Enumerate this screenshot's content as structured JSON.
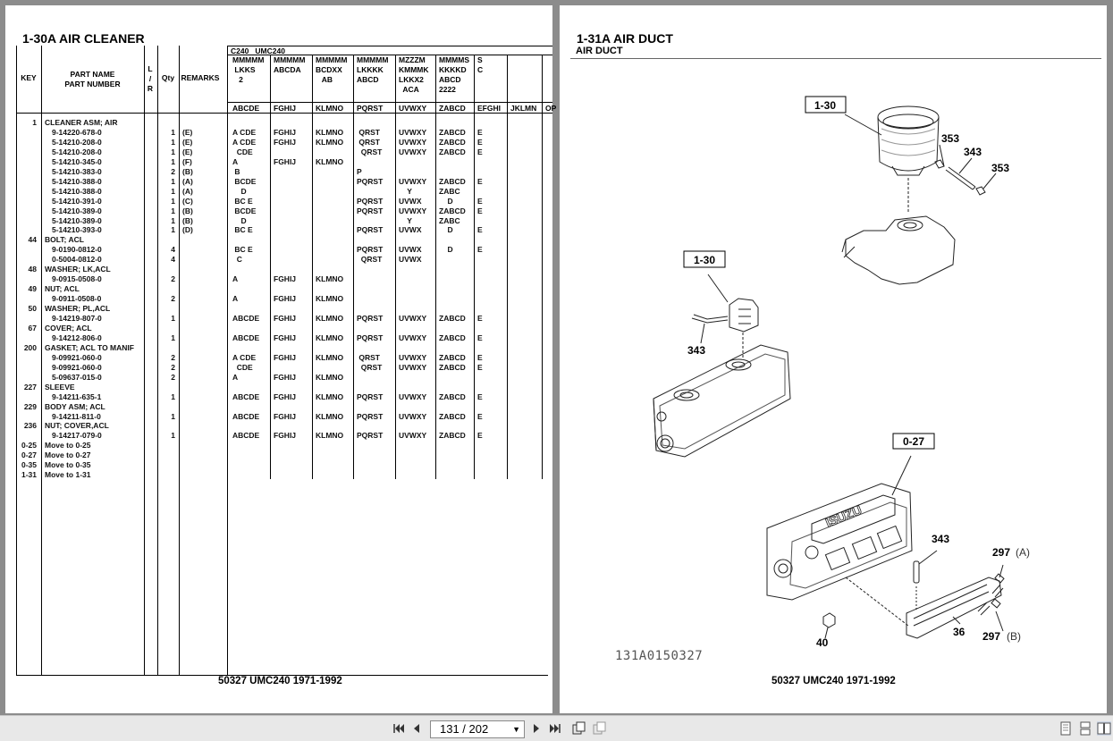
{
  "left_page": {
    "title": "1-30A  AIR CLEANER",
    "footer": "50327 UMC240 1971-1992",
    "headers": {
      "key": "KEY",
      "part": "PART NAME\nPART NUMBER",
      "lr": "L\n/\nR",
      "qty": "Qty",
      "remarks": "REMARKS",
      "model_group": "C240   UMC240",
      "model_cols": [
        "MMMMM\n LKKS\n   2",
        "MMMMM\nABCDA",
        "MMMMM\nBCDXX\n   AB",
        "MMMMM\nLKKKK\nABCD",
        "MZZZM\nKMMMK\nLKKX2\n  ACA",
        "MMMMS\nKKKKD\nABCD\n2222",
        "S\nC",
        "",
        ""
      ],
      "sub_cols": [
        "ABCDE",
        "FGHIJ",
        "KLMNO",
        "PQRST",
        "UVWXY",
        "ZABCD",
        "EFGHI",
        "JKLMN",
        "OP"
      ]
    },
    "rows": [
      {
        "key": "1",
        "name": "CLEANER ASM; AIR",
        "qty": "",
        "rem": "",
        "c": [
          "",
          "",
          "",
          "",
          "",
          "",
          ""
        ]
      },
      {
        "key": "",
        "name": "9-14220-678-0",
        "qty": "1",
        "rem": "(E)",
        "c": [
          "A CDE",
          "FGHIJ",
          "KLMNO",
          " QRST",
          "UVWXY",
          "ZABCD",
          "E"
        ]
      },
      {
        "key": "",
        "name": "5-14210-208-0",
        "qty": "1",
        "rem": "(E)",
        "c": [
          "A CDE",
          "FGHIJ",
          "KLMNO",
          " QRST",
          "UVWXY",
          "ZABCD",
          "E"
        ]
      },
      {
        "key": "",
        "name": "5-14210-208-0",
        "qty": "1",
        "rem": "(E)",
        "c": [
          "  CDE",
          "",
          "",
          "  QRST",
          "UVWXY",
          "ZABCD",
          "E"
        ]
      },
      {
        "key": "",
        "name": "5-14210-345-0",
        "qty": "1",
        "rem": "(F)",
        "c": [
          "A",
          "FGHIJ",
          "KLMNO",
          "",
          "",
          "",
          ""
        ]
      },
      {
        "key": "",
        "name": "5-14210-383-0",
        "qty": "2",
        "rem": "(B)",
        "c": [
          " B",
          "",
          "",
          "P",
          "",
          "",
          ""
        ]
      },
      {
        "key": "",
        "name": "5-14210-388-0",
        "qty": "1",
        "rem": "(A)",
        "c": [
          " BCDE",
          "",
          "",
          "PQRST",
          "UVWXY",
          "ZABCD",
          "E"
        ]
      },
      {
        "key": "",
        "name": "5-14210-388-0",
        "qty": "1",
        "rem": "(A)",
        "c": [
          "    D",
          "",
          "",
          "",
          "    Y",
          "ZABC",
          ""
        ]
      },
      {
        "key": "",
        "name": "5-14210-391-0",
        "qty": "1",
        "rem": "(C)",
        "c": [
          " BC E",
          "",
          "",
          "PQRST",
          "UVWX",
          "    D",
          "E"
        ]
      },
      {
        "key": "",
        "name": "5-14210-389-0",
        "qty": "1",
        "rem": "(B)",
        "c": [
          " BCDE",
          "",
          "",
          "PQRST",
          "UVWXY",
          "ZABCD",
          "E"
        ]
      },
      {
        "key": "",
        "name": "5-14210-389-0",
        "qty": "1",
        "rem": "(B)",
        "c": [
          "    D",
          "",
          "",
          "",
          "    Y",
          "ZABC",
          ""
        ]
      },
      {
        "key": "",
        "name": "5-14210-393-0",
        "qty": "1",
        "rem": "(D)",
        "c": [
          " BC E",
          "",
          "",
          "PQRST",
          "UVWX",
          "    D",
          "E"
        ]
      },
      {
        "key": "44",
        "name": "BOLT; ACL",
        "qty": "",
        "rem": "",
        "c": [
          "",
          "",
          "",
          "",
          "",
          "",
          ""
        ]
      },
      {
        "key": "",
        "name": "9-0190-0812-0",
        "qty": "4",
        "rem": "",
        "c": [
          " BC E",
          "",
          "",
          "PQRST",
          "UVWX",
          "    D",
          "E"
        ]
      },
      {
        "key": "",
        "name": "0-5004-0812-0",
        "qty": "4",
        "rem": "",
        "c": [
          "  C",
          "",
          "",
          "  QRST",
          "UVWX",
          "",
          ""
        ]
      },
      {
        "key": "48",
        "name": "WASHER; LK,ACL",
        "qty": "",
        "rem": "",
        "c": [
          "",
          "",
          "",
          "",
          "",
          "",
          ""
        ]
      },
      {
        "key": "",
        "name": "9-0915-0508-0",
        "qty": "2",
        "rem": "",
        "c": [
          "A",
          "FGHIJ",
          "KLMNO",
          "",
          "",
          "",
          ""
        ]
      },
      {
        "key": "49",
        "name": "NUT; ACL",
        "qty": "",
        "rem": "",
        "c": [
          "",
          "",
          "",
          "",
          "",
          "",
          ""
        ]
      },
      {
        "key": "",
        "name": "9-0911-0508-0",
        "qty": "2",
        "rem": "",
        "c": [
          "A",
          "FGHIJ",
          "KLMNO",
          "",
          "",
          "",
          ""
        ]
      },
      {
        "key": "50",
        "name": "WASHER; PL,ACL",
        "qty": "",
        "rem": "",
        "c": [
          "",
          "",
          "",
          "",
          "",
          "",
          ""
        ]
      },
      {
        "key": "",
        "name": "9-14219-807-0",
        "qty": "1",
        "rem": "",
        "c": [
          "ABCDE",
          "FGHIJ",
          "KLMNO",
          "PQRST",
          "UVWXY",
          "ZABCD",
          "E"
        ]
      },
      {
        "key": "67",
        "name": "COVER; ACL",
        "qty": "",
        "rem": "",
        "c": [
          "",
          "",
          "",
          "",
          "",
          "",
          ""
        ]
      },
      {
        "key": "",
        "name": "9-14212-806-0",
        "qty": "1",
        "rem": "",
        "c": [
          "ABCDE",
          "FGHIJ",
          "KLMNO",
          "PQRST",
          "UVWXY",
          "ZABCD",
          "E"
        ]
      },
      {
        "key": "200",
        "name": "GASKET; ACL TO MANIF",
        "qty": "",
        "rem": "",
        "c": [
          "",
          "",
          "",
          "",
          "",
          "",
          ""
        ]
      },
      {
        "key": "",
        "name": "9-09921-060-0",
        "qty": "2",
        "rem": "",
        "c": [
          "A CDE",
          "FGHIJ",
          "KLMNO",
          " QRST",
          "UVWXY",
          "ZABCD",
          "E"
        ]
      },
      {
        "key": "",
        "name": "9-09921-060-0",
        "qty": "2",
        "rem": "",
        "c": [
          "  CDE",
          "",
          "",
          "  QRST",
          "UVWXY",
          "ZABCD",
          "E"
        ]
      },
      {
        "key": "",
        "name": "5-09637-015-0",
        "qty": "2",
        "rem": "",
        "c": [
          "A",
          "FGHIJ",
          "KLMNO",
          "",
          "",
          "",
          ""
        ]
      },
      {
        "key": "227",
        "name": "SLEEVE",
        "qty": "",
        "rem": "",
        "c": [
          "",
          "",
          "",
          "",
          "",
          "",
          ""
        ]
      },
      {
        "key": "",
        "name": "9-14211-635-1",
        "qty": "1",
        "rem": "",
        "c": [
          "ABCDE",
          "FGHIJ",
          "KLMNO",
          "PQRST",
          "UVWXY",
          "ZABCD",
          "E"
        ]
      },
      {
        "key": "229",
        "name": "BODY ASM; ACL",
        "qty": "",
        "rem": "",
        "c": [
          "",
          "",
          "",
          "",
          "",
          "",
          ""
        ]
      },
      {
        "key": "",
        "name": "9-14211-811-0",
        "qty": "1",
        "rem": "",
        "c": [
          "ABCDE",
          "FGHIJ",
          "KLMNO",
          "PQRST",
          "UVWXY",
          "ZABCD",
          "E"
        ]
      },
      {
        "key": "236",
        "name": "NUT; COVER,ACL",
        "qty": "",
        "rem": "",
        "c": [
          "",
          "",
          "",
          "",
          "",
          "",
          ""
        ]
      },
      {
        "key": "",
        "name": "9-14217-079-0",
        "qty": "1",
        "rem": "",
        "c": [
          "ABCDE",
          "FGHIJ",
          "KLMNO",
          "PQRST",
          "UVWXY",
          "ZABCD",
          "E"
        ]
      },
      {
        "key": "0-25",
        "name": "Move to 0-25",
        "qty": "",
        "rem": "",
        "c": [
          "",
          "",
          "",
          "",
          "",
          "",
          ""
        ]
      },
      {
        "key": "0-27",
        "name": "Move to 0-27",
        "qty": "",
        "rem": "",
        "c": [
          "",
          "",
          "",
          "",
          "",
          "",
          ""
        ]
      },
      {
        "key": "0-35",
        "name": "Move to 0-35",
        "qty": "",
        "rem": "",
        "c": [
          "",
          "",
          "",
          "",
          "",
          "",
          ""
        ]
      },
      {
        "key": "1-31",
        "name": "Move to 1-31",
        "qty": "",
        "rem": "",
        "c": [
          "",
          "",
          "",
          "",
          "",
          "",
          ""
        ]
      }
    ]
  },
  "right_page": {
    "title": "1-31A  AIR DUCT",
    "subtitle": "AIR DUCT",
    "footer": "50327 UMC240 1971-1992",
    "drawing_code": "131A0150327",
    "callouts": {
      "ref_a": "1-30",
      "ref_b": "1-30",
      "ref_c": "0-27",
      "n353a": "353",
      "n343a": "343",
      "n353b": "353",
      "n343b": "343",
      "n343c": "343",
      "n297a": "297",
      "n297a_suffix": "(A)",
      "n297b": "297",
      "n297b_suffix": "(B)",
      "n40": "40",
      "n36": "36",
      "logo": "ISUZU"
    }
  },
  "toolbar": {
    "page_indicator": "131 / 202"
  }
}
